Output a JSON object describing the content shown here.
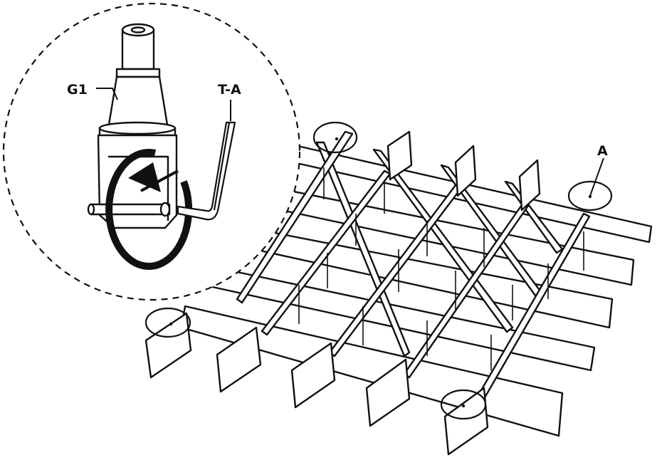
{
  "labels": {
    "g1": "G1",
    "ta": "T-A",
    "a": "A"
  },
  "icons": {
    "rotation": "counterclockwise-rotation-arrow-icon",
    "tool": "hex-key-icon"
  },
  "colors": {
    "line": "#111111",
    "background": "#ffffff"
  }
}
